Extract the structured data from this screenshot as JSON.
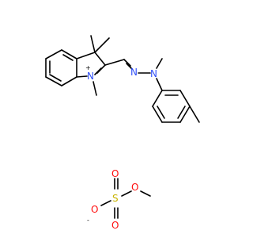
{
  "structure": {
    "cation_atoms": {
      "indolium_n": "N",
      "indolium_charge": "+",
      "azo_n1": "N",
      "azo_n2": "N"
    },
    "anion_atoms": {
      "sulfur": "S",
      "oxygen_top": "O",
      "oxygen_left": "O",
      "oxygen_left_charge": "-",
      "oxygen_bottom": "O",
      "oxygen_ester": "O"
    },
    "colors": {
      "bond": "#000000",
      "nitrogen": "#3050F8",
      "oxygen": "#FF0D0D",
      "sulfur": "#C8B400"
    }
  }
}
